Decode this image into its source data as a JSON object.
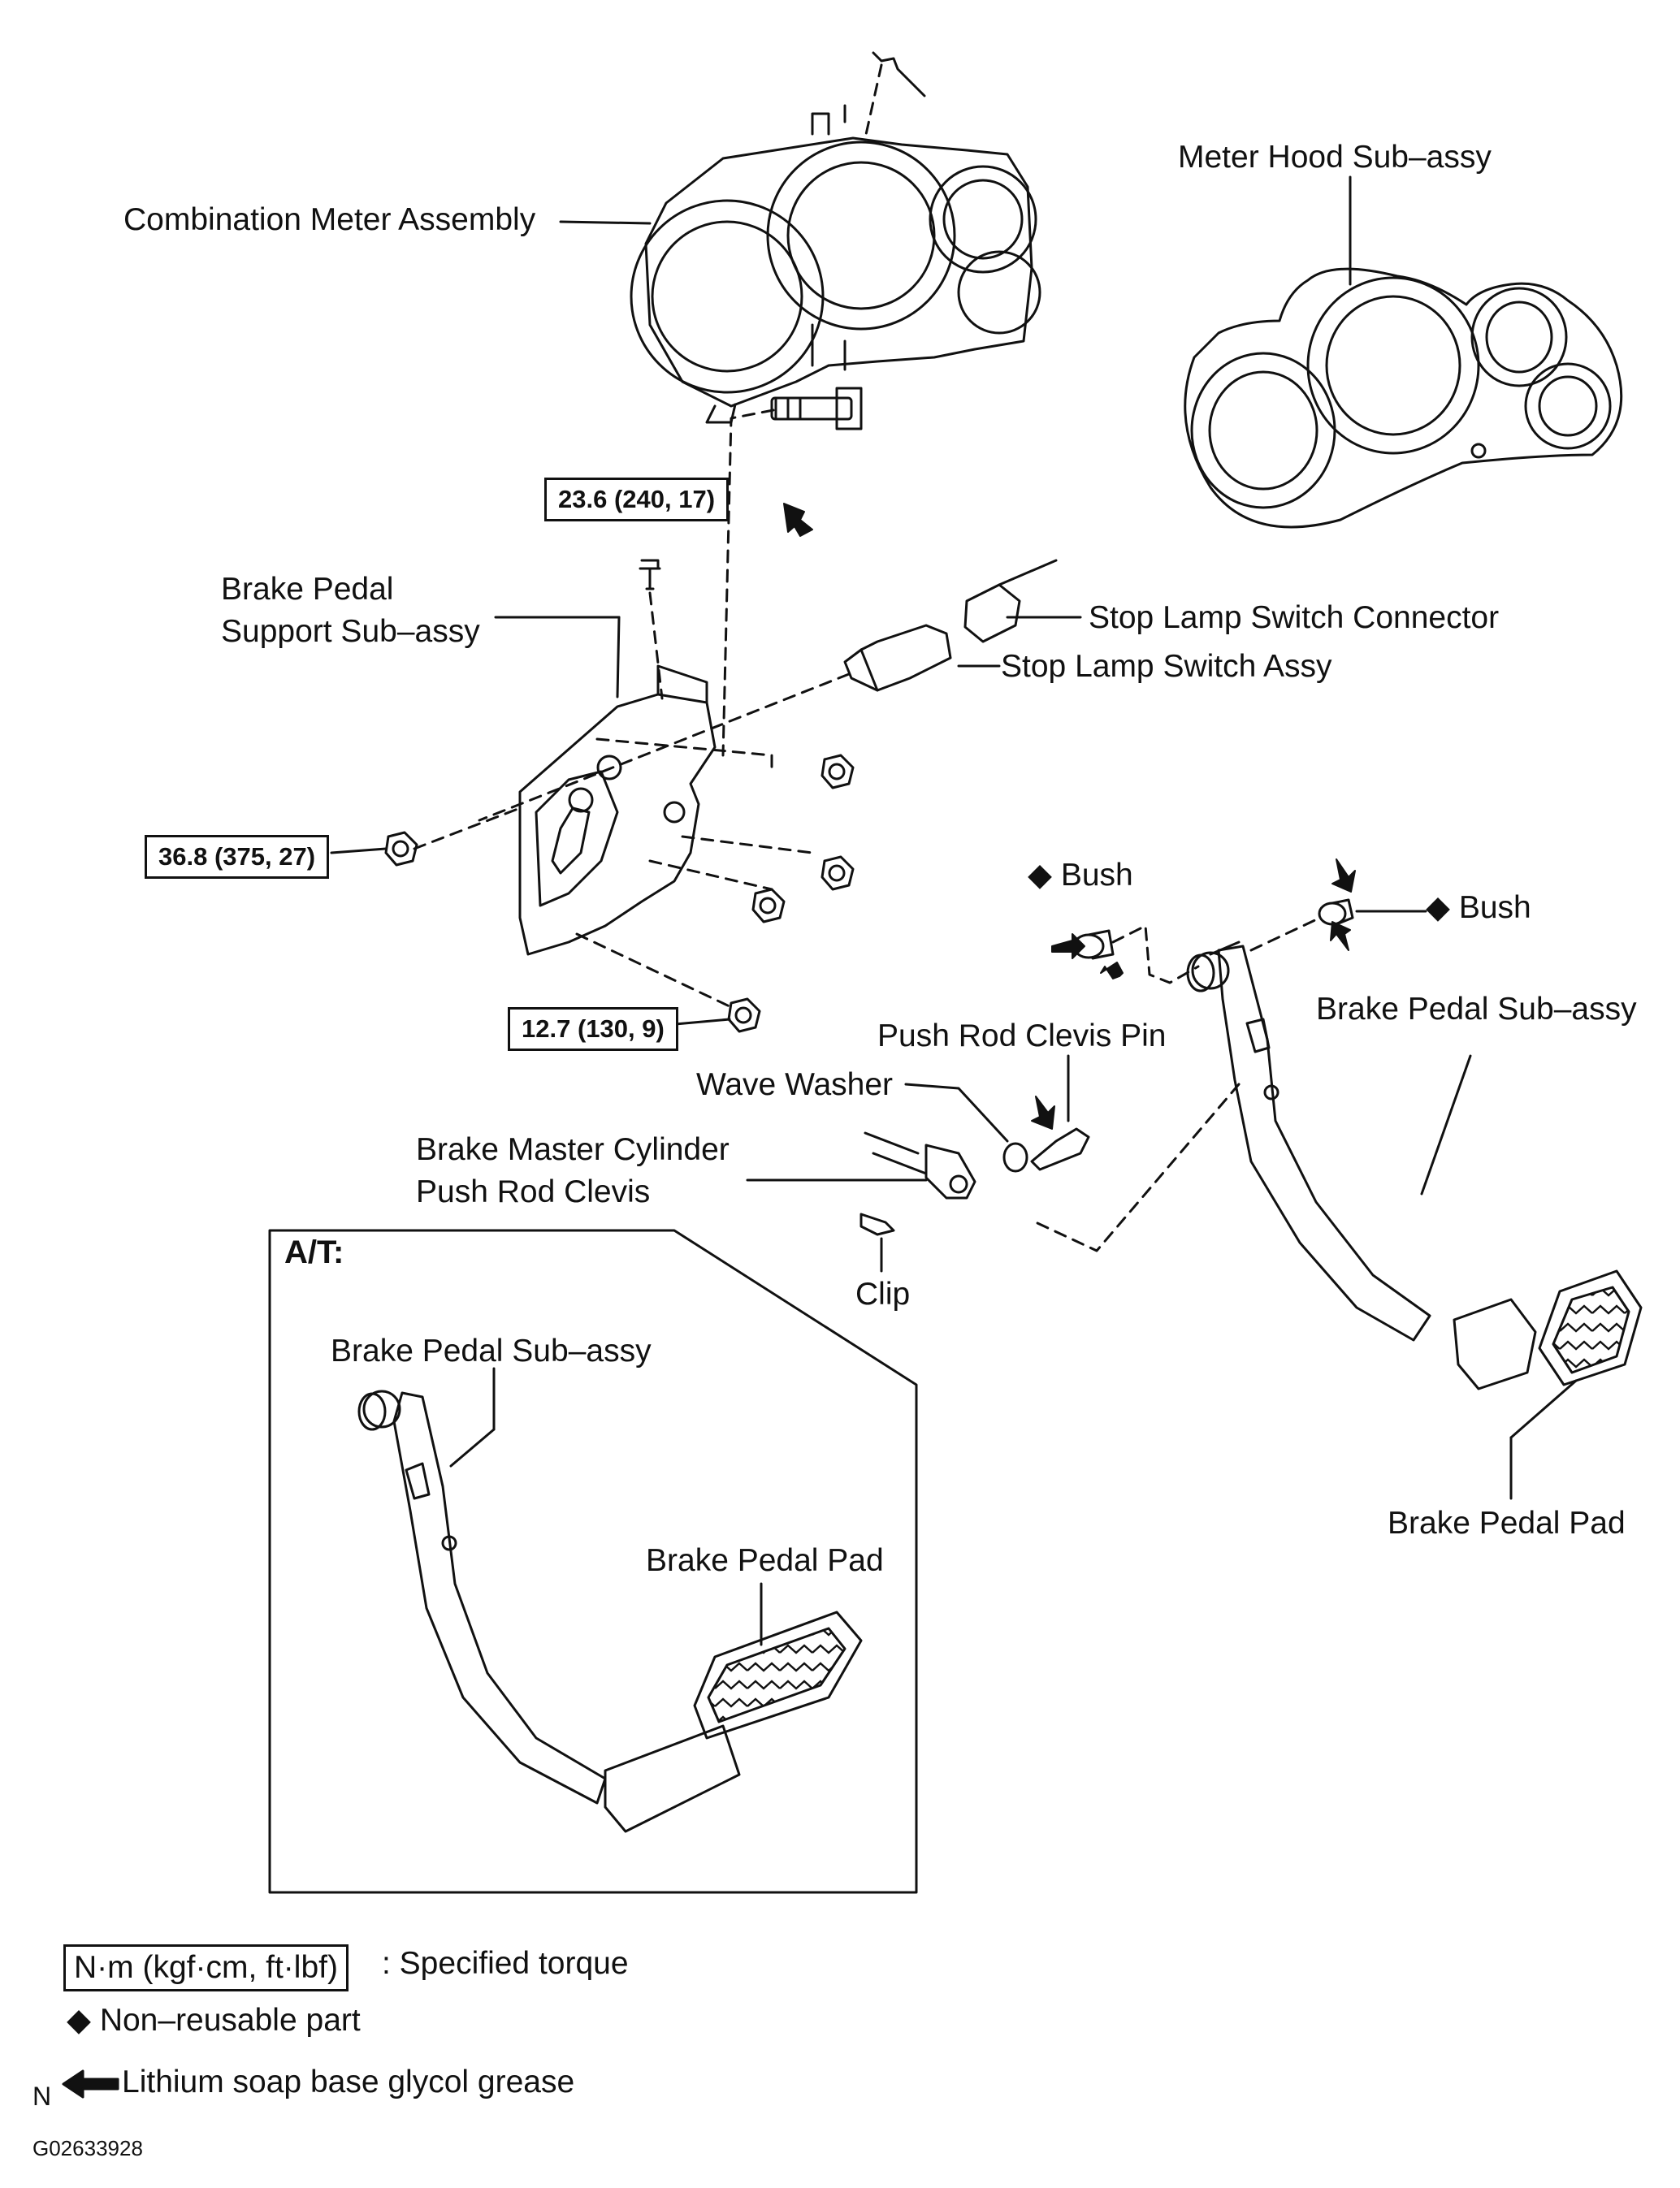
{
  "labels": {
    "combination_meter": "Combination Meter Assembly",
    "meter_hood": "Meter Hood Sub–assy",
    "brake_pedal_support_1": "Brake Pedal",
    "brake_pedal_support_2": "Support Sub–assy",
    "stop_lamp_connector": "Stop Lamp Switch Connector",
    "stop_lamp_switch": "Stop Lamp Switch Assy",
    "bush_left": "◆ Bush",
    "bush_right": "◆ Bush",
    "brake_pedal_sub_assy": "Brake Pedal Sub–assy",
    "push_rod_clevis_pin": "Push Rod Clevis Pin",
    "wave_washer": "Wave Washer",
    "master_cyl_1": "Brake Master Cylinder",
    "master_cyl_2": "Push Rod Clevis",
    "clip": "Clip",
    "brake_pedal_pad": "Brake Pedal Pad",
    "at_title": "A/T:",
    "at_brake_pedal_sub_assy": "Brake Pedal Sub–assy",
    "at_brake_pedal_pad": "Brake Pedal Pad"
  },
  "torques": {
    "t1": "23.6 (240, 17)",
    "t2": "36.8 (375, 27)",
    "t3": "12.7 (130, 9)"
  },
  "legend": {
    "torque_box": "N·m (kgf·cm, ft·lbf)",
    "torque_desc": ": Specified torque",
    "non_reusable": "◆ Non–reusable part",
    "grease": "Lithium soap base glycol grease"
  },
  "footer": {
    "letter": "N",
    "code": "G02633928"
  }
}
